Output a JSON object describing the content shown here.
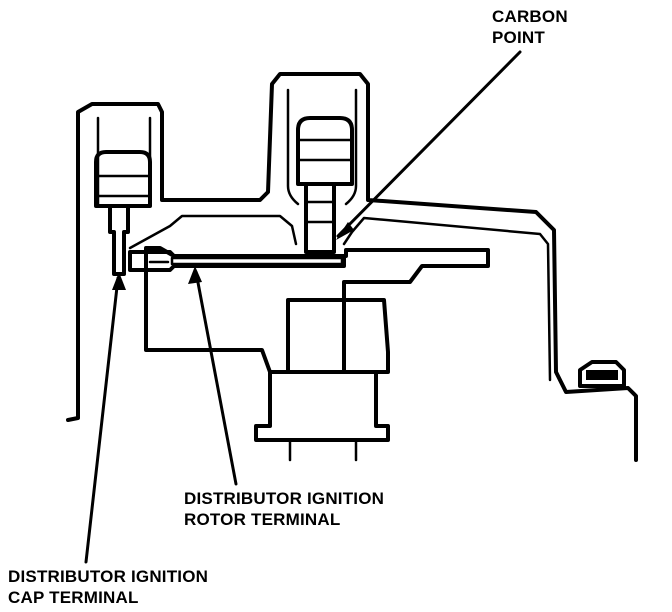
{
  "labels": {
    "carbon_point": [
      "CARBON",
      "POINT"
    ],
    "rotor_terminal": [
      "DISTRIBUTOR IGNITION",
      "ROTOR TERMINAL"
    ],
    "cap_terminal": [
      "DISTRIBUTOR IGNITION",
      "CAP TERMINAL"
    ]
  },
  "colors": {
    "ink": "#000000",
    "background": "#ffffff"
  }
}
